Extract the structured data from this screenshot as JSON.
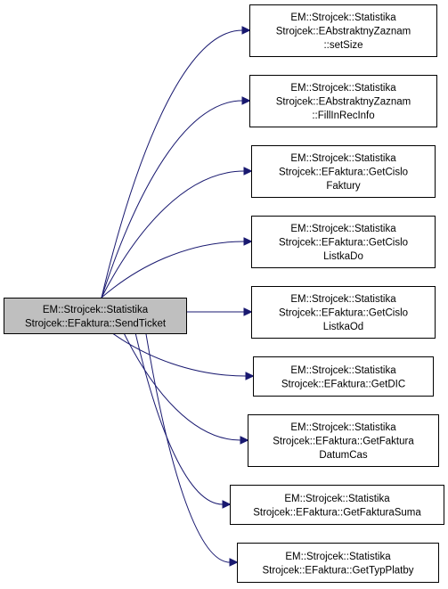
{
  "root": {
    "lines": [
      "EM::Strojcek::Statistika",
      "Strojcek::EFaktura::SendTicket"
    ]
  },
  "callees": [
    {
      "id": "setsize",
      "lines": [
        "EM::Strojcek::Statistika",
        "Strojcek::EAbstraktnyZaznam",
        "::setSize"
      ]
    },
    {
      "id": "fillinrecinfo",
      "lines": [
        "EM::Strojcek::Statistika",
        "Strojcek::EAbstraktnyZaznam",
        "::FillInRecInfo"
      ]
    },
    {
      "id": "getcislofaktury",
      "lines": [
        "EM::Strojcek::Statistika",
        "Strojcek::EFaktura::GetCislo",
        "Faktury"
      ]
    },
    {
      "id": "getcislolistkado",
      "lines": [
        "EM::Strojcek::Statistika",
        "Strojcek::EFaktura::GetCislo",
        "ListkaDo"
      ]
    },
    {
      "id": "getcislolistkaod",
      "lines": [
        "EM::Strojcek::Statistika",
        "Strojcek::EFaktura::GetCislo",
        "ListkaOd"
      ]
    },
    {
      "id": "getdic",
      "lines": [
        "EM::Strojcek::Statistika",
        "Strojcek::EFaktura::GetDIC"
      ]
    },
    {
      "id": "getfakturadatumcas",
      "lines": [
        "EM::Strojcek::Statistika",
        "Strojcek::EFaktura::GetFaktura",
        "DatumCas"
      ]
    },
    {
      "id": "getfakturasuma",
      "lines": [
        "EM::Strojcek::Statistika",
        "Strojcek::EFaktura::GetFakturaSuma"
      ]
    },
    {
      "id": "gettypplatby",
      "lines": [
        "EM::Strojcek::Statistika",
        "Strojcek::EFaktura::GetTypPlatby"
      ]
    }
  ],
  "colors": {
    "edge": "#191970",
    "root_fill": "#bfbfbf",
    "node_fill": "#ffffff"
  }
}
